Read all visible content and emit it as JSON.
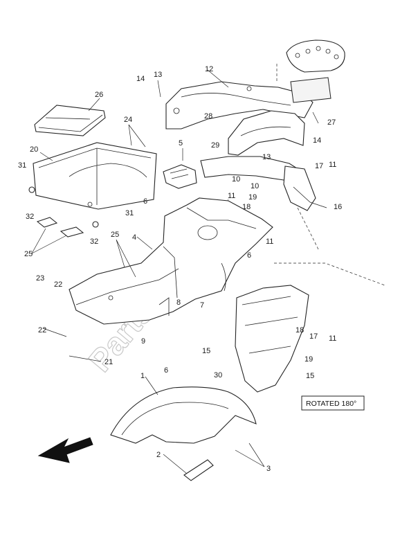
{
  "watermark": "PartsRepublik",
  "note_rotated": "ROTATED 180°",
  "callouts": {
    "c1": "1",
    "c2": "2",
    "c3": "3",
    "c4": "4",
    "c5": "5",
    "c6a": "6",
    "c6b": "6",
    "c6c": "6",
    "c7": "7",
    "c8": "8",
    "c9": "9",
    "c10a": "10",
    "c10b": "10",
    "c11a": "11",
    "c11b": "11",
    "c11c": "11",
    "c11d": "11",
    "c12": "12",
    "c13a": "13",
    "c13b": "13",
    "c14a": "14",
    "c14b": "14",
    "c15a": "15",
    "c15b": "15",
    "c16": "16",
    "c17a": "17",
    "c17b": "17",
    "c18a": "18",
    "c18b": "18",
    "c19a": "19",
    "c19b": "19",
    "c20": "20",
    "c21": "21",
    "c22a": "22",
    "c22b": "22",
    "c23": "23",
    "c24": "24",
    "c25a": "25",
    "c25b": "25",
    "c26": "26",
    "c27": "27",
    "c28": "28",
    "c29": "29",
    "c30": "30",
    "c31a": "31",
    "c31b": "31",
    "c32a": "32",
    "c32b": "32"
  }
}
